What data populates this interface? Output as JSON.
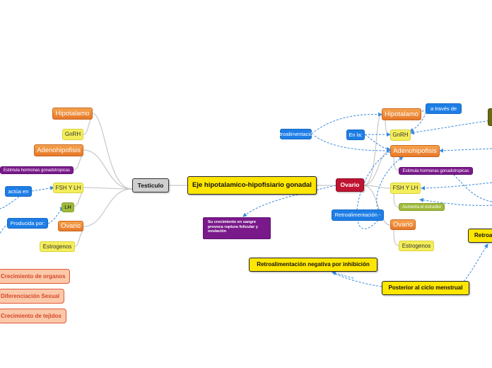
{
  "central": {
    "label": "Eje hipotalamico-hipofisiario gonadal"
  },
  "testiculo": {
    "label": "Testiculo",
    "hipotalamo": "Hipotalamo",
    "gnrh": "GnRH",
    "adenohipofisis": "Adenohipofisis",
    "estimula": "Estimula hormonas gonadotropicas",
    "fsh_lh": "FSH Y LH",
    "lh": "LH",
    "ovario": "Ovario",
    "estrogenos": "Estrogenos",
    "actua_en": "actúa en",
    "producida_por": "Producida por:",
    "crecimiento_organos": "Crecimiento de organos",
    "diferenciacion_sexual": "Diferenciación Sexual",
    "crecimiento_tejidos": "Crecimiento de tejidos"
  },
  "ovario": {
    "label": "Ovario",
    "hipotalamo": "Hipotalamo",
    "gnrh": "GnRH",
    "adenohipofisis": "Adenohipofisis",
    "estimula": "Estimula hormonas gonadotropicas",
    "fsh_lh": "FSH Y LH",
    "aumenta_estradiol": "Aumenta el estradiol",
    "ovario": "Ovario",
    "estrogenos": "Estrogenos",
    "a_traves_de": "a través de",
    "en_la": "En la:",
    "retroalimentacion_1": "Retroalimentación -",
    "retroalimentacion_2": "Retroalimentación -",
    "su_crecimiento": "Su crecimiento en sangre provoca ruptura folicular y ovulación",
    "retro_negativa": "Retroalimentación negativa por inhibición",
    "posterior_ciclo": "Posterior al ciclo menstrual",
    "retroa_partial": "Retroa"
  },
  "colors": {
    "link_grey": "#c8c8c8",
    "link_blue": "#3b8be0",
    "central": "#ffe600",
    "crimson": "#bf1331",
    "orange": "#e7782a"
  }
}
